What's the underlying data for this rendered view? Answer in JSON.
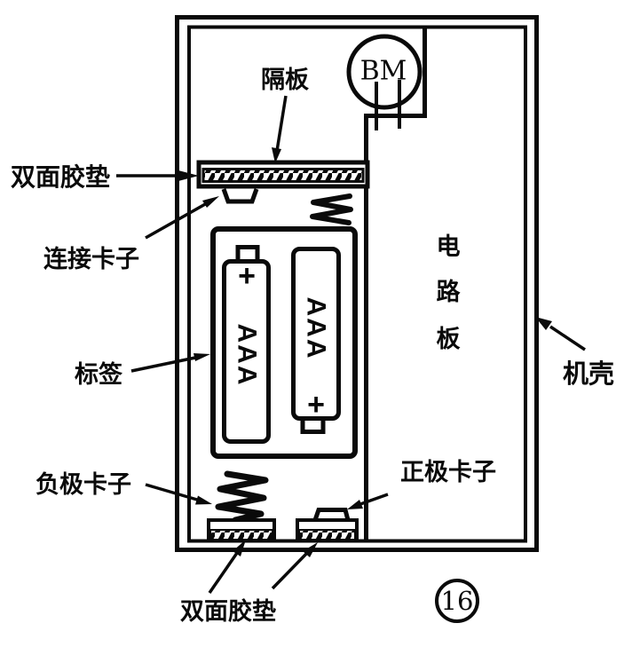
{
  "figure": {
    "type": "technical-diagram",
    "subject": "device internal battery compartment cross-section",
    "figure_number": "16"
  },
  "labels": {
    "adhesive_pad_top": "双面胶垫",
    "partition": "隔板",
    "connecting_clip": "连接卡子",
    "sticker_label": "标签",
    "negative_clip": "负极卡子",
    "adhesive_pad_bottom": "双面胶垫",
    "positive_clip": "正极卡子",
    "case": "机壳",
    "buzzer": "BM",
    "battery_text": "AAA",
    "plus_mark": "+",
    "circuit_board_chars": [
      "电",
      "路",
      "板"
    ],
    "figure_number": "16"
  },
  "colors": {
    "ink": "#0a0a0a",
    "paper": "#ffffff"
  }
}
